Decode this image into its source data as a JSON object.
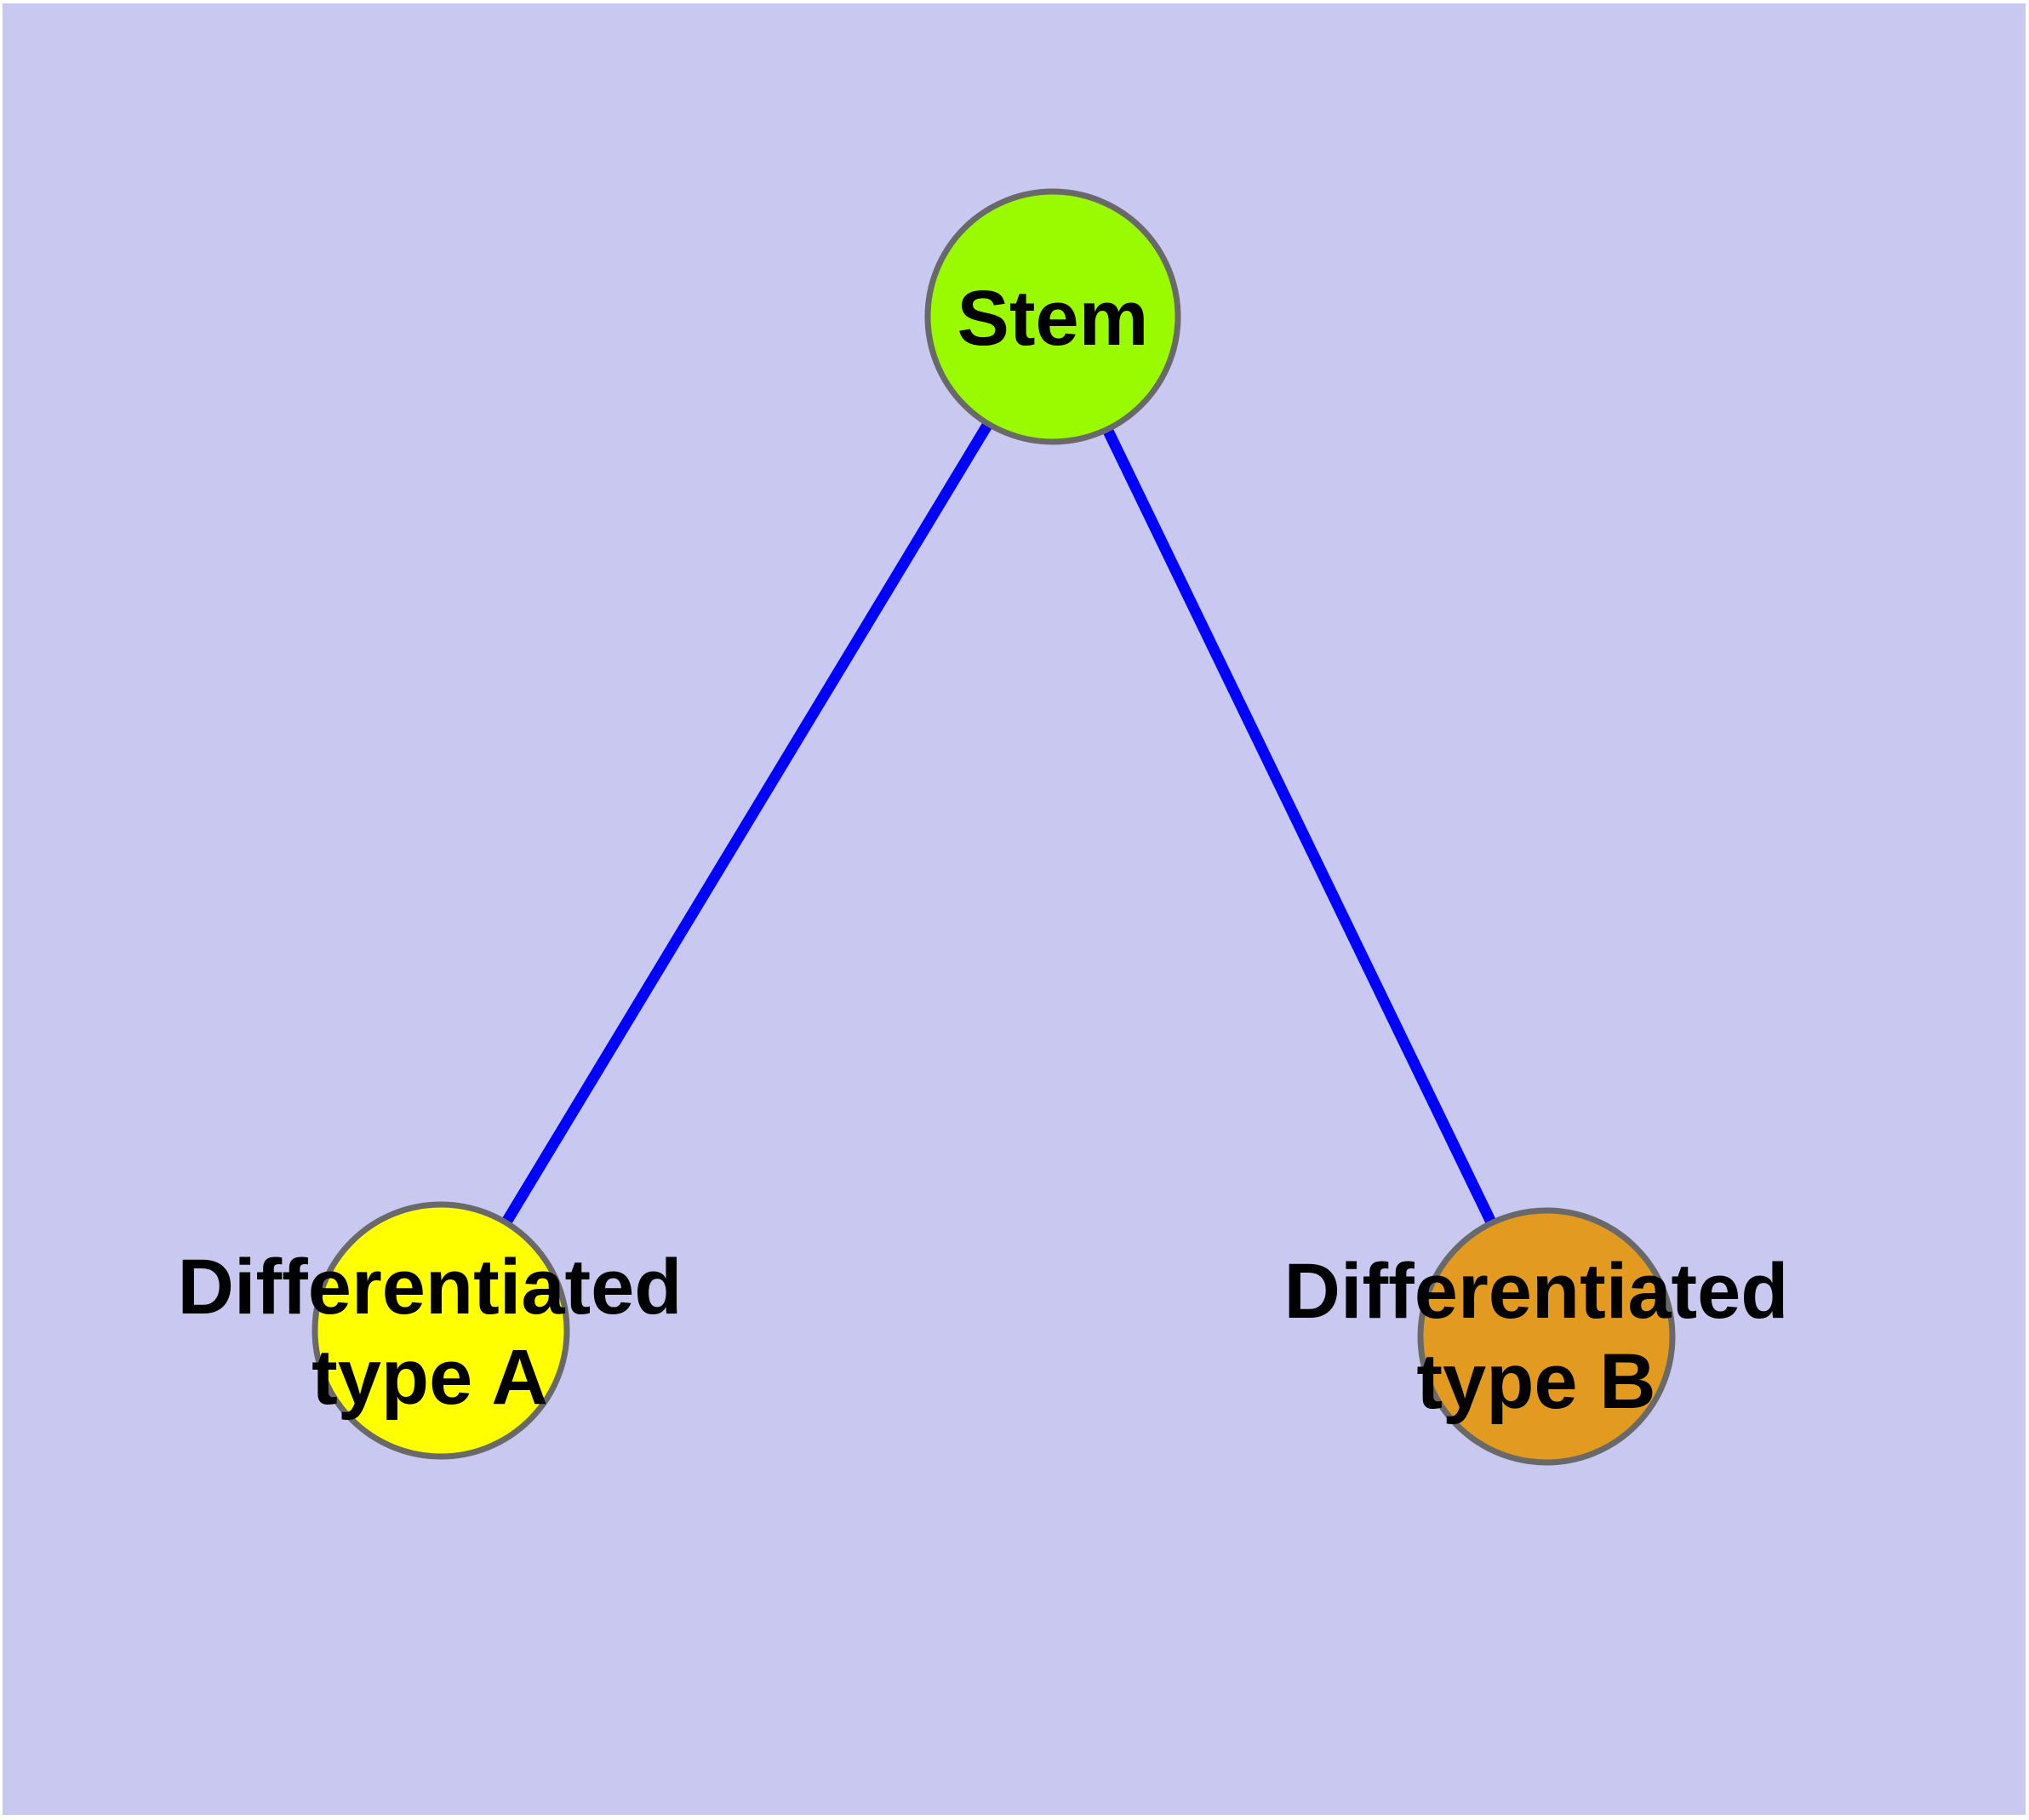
{
  "canvas": {
    "background_color": "#C8C8F0",
    "frame_color": "#FFFFFF"
  },
  "styles": {
    "node_outline_color": "#696969",
    "edge_color": "#0000FF",
    "label_color": "#000000"
  },
  "nodes": {
    "stem": {
      "label": "Stem",
      "fill": "#9AFB00"
    },
    "type_a": {
      "lines": [
        "Differentiated",
        "type A"
      ],
      "fill": "#FFFF00"
    },
    "type_b": {
      "lines": [
        "Differentiated",
        "type B"
      ],
      "fill": "#E29B20"
    }
  },
  "edges": [
    {
      "from": "stem",
      "to": "type_a",
      "color": "#0000FF"
    },
    {
      "from": "stem",
      "to": "type_b",
      "color": "#0000FF"
    }
  ]
}
